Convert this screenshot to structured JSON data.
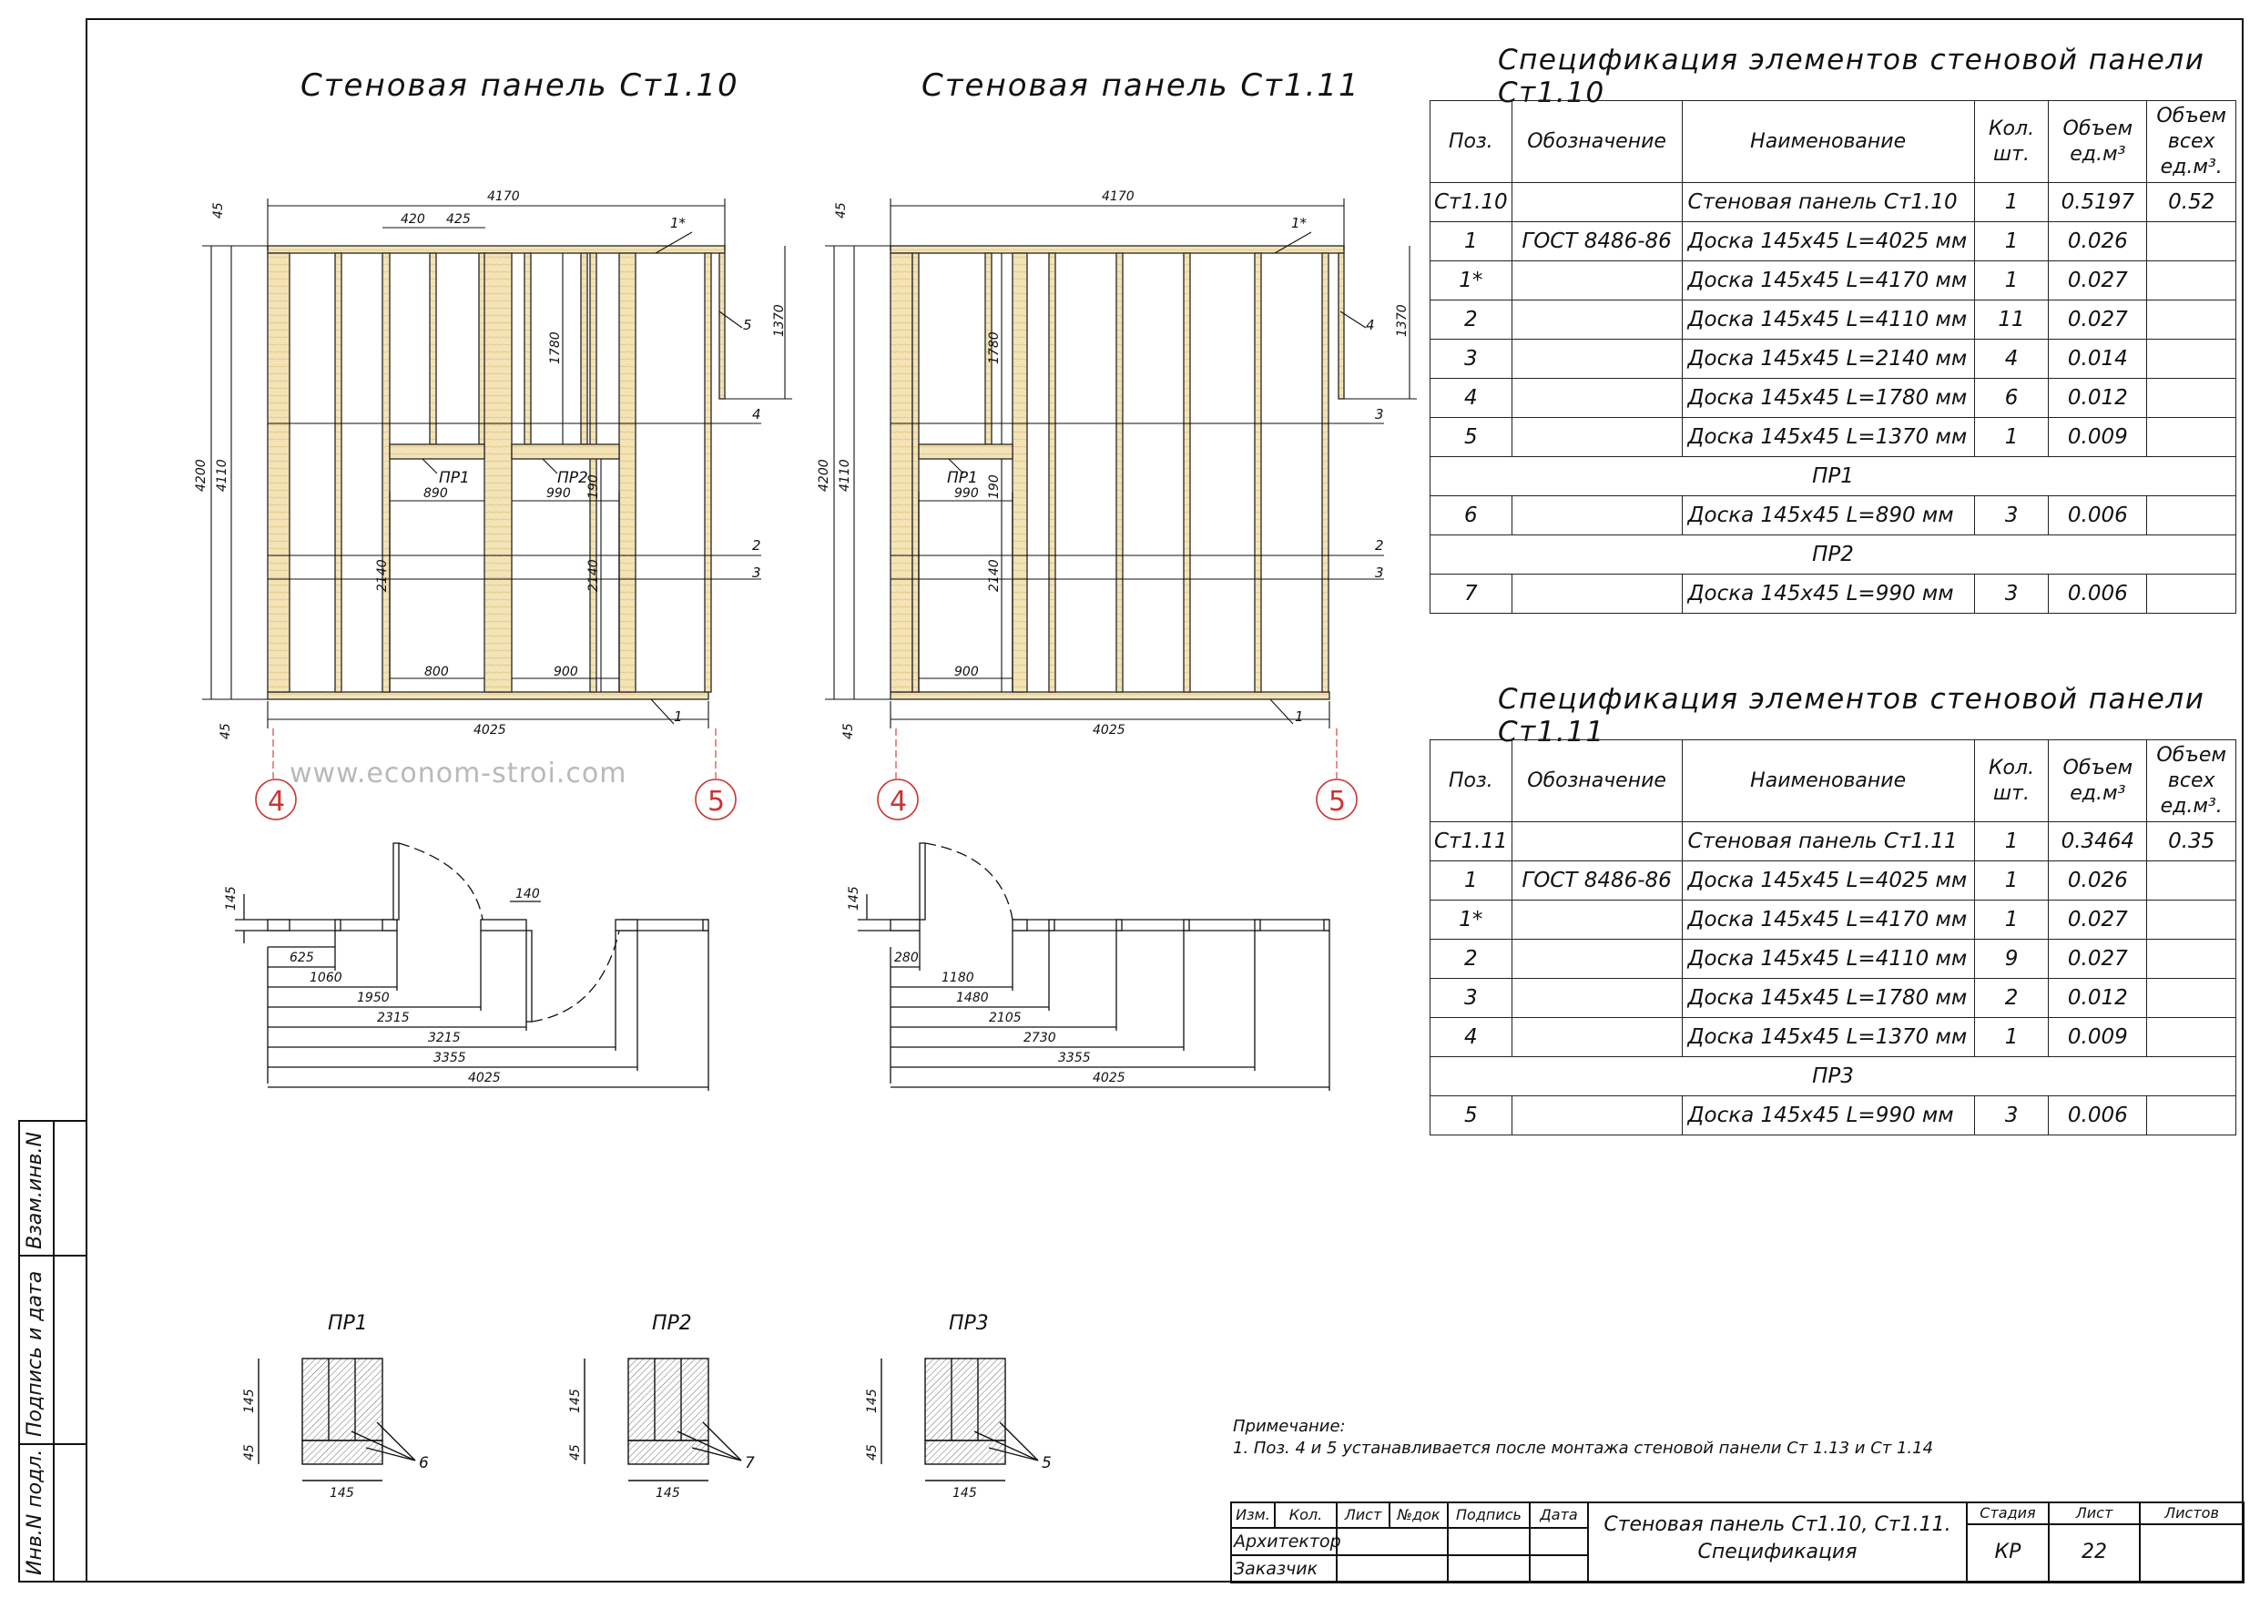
{
  "drawing": {
    "panel1_title": "Стеновая панель Ст1.10",
    "panel2_title": "Стеновая панель Ст1.11",
    "watermark": "www.econom-stroi.com",
    "axis_left": "4",
    "axis_right": "5",
    "p1": {
      "overall_width": "4170",
      "bottom_width": "4025",
      "top_dim_a": "420",
      "top_dim_b": "425",
      "height_total": "4200",
      "height_inner": "4110",
      "top_board": "45",
      "bottom_board": "45",
      "side_right": "1370",
      "dim_1780": "1780",
      "dim_890": "890",
      "dim_990": "990",
      "dim_190": "190",
      "dim_2140a": "2140",
      "dim_2140b": "2140",
      "dim_800": "800",
      "dim_900": "900",
      "label_pr1": "ПР1",
      "label_pr2": "ПР2",
      "pos_1star": "1*",
      "pos_1": "1",
      "pos_2": "2",
      "pos_3": "3",
      "pos_4": "4",
      "pos_5": "5"
    },
    "p2": {
      "overall_width": "4170",
      "bottom_width": "4025",
      "height_total": "4200",
      "height_inner": "4110",
      "top_board": "45",
      "bottom_board": "45",
      "side_right": "1370",
      "dim_1780": "1780",
      "dim_990": "990",
      "dim_190": "190",
      "dim_2140": "2140",
      "dim_900": "900",
      "label_pr1": "ПР1",
      "pos_1star": "1*",
      "pos_1": "1",
      "pos_2": "2",
      "pos_3": "3",
      "pos_4": "4"
    },
    "plan1": {
      "thick": "145",
      "dim_140": "140",
      "dims": [
        "625",
        "1060",
        "1950",
        "2315",
        "3215",
        "3355",
        "4025"
      ]
    },
    "plan2": {
      "thick": "145",
      "dim_280": "280",
      "dims": [
        "1180",
        "1480",
        "2105",
        "2730",
        "3355",
        "4025"
      ]
    },
    "sections": [
      {
        "title": "ПР1",
        "h": "145",
        "b": "45",
        "w": "145",
        "pos": "6"
      },
      {
        "title": "ПР2",
        "h": "145",
        "b": "45",
        "w": "145",
        "pos": "7"
      },
      {
        "title": "ПР3",
        "h": "145",
        "b": "45",
        "w": "145",
        "pos": "5"
      }
    ]
  },
  "spec1": {
    "title": "Спецификация элементов стеновой панели Ст1.10",
    "headers": [
      "Поз.",
      "Обозначение",
      "Наименование",
      "Кол. шт.",
      "Объем ед.м³",
      "Объем всех ед.м³."
    ],
    "rows": [
      [
        "Ст1.10",
        "",
        "Стеновая панель Ст1.10",
        "1",
        "0.5197",
        "0.52"
      ],
      [
        "1",
        "ГОСТ 8486-86",
        "Доска 145х45 L=4025 мм",
        "1",
        "0.026",
        ""
      ],
      [
        "1*",
        "",
        "Доска 145х45 L=4170 мм",
        "1",
        "0.027",
        ""
      ],
      [
        "2",
        "",
        "Доска 145х45 L=4110 мм",
        "11",
        "0.027",
        ""
      ],
      [
        "3",
        "",
        "Доска 145х45 L=2140 мм",
        "4",
        "0.014",
        ""
      ],
      [
        "4",
        "",
        "Доска 145х45 L=1780 мм",
        "6",
        "0.012",
        ""
      ],
      [
        "5",
        "",
        "Доска 145х45 L=1370 мм",
        "1",
        "0.009",
        ""
      ],
      [
        "ПР1"
      ],
      [
        "6",
        "",
        "Доска 145х45 L=890 мм",
        "3",
        "0.006",
        ""
      ],
      [
        "ПР2"
      ],
      [
        "7",
        "",
        "Доска 145х45 L=990 мм",
        "3",
        "0.006",
        ""
      ]
    ]
  },
  "spec2": {
    "title": "Спецификация элементов стеновой панели Ст1.11",
    "headers": [
      "Поз.",
      "Обозначение",
      "Наименование",
      "Кол. шт.",
      "Объем ед.м³",
      "Объем всех ед.м³."
    ],
    "rows": [
      [
        "Ст1.11",
        "",
        "Стеновая панель Ст1.11",
        "1",
        "0.3464",
        "0.35"
      ],
      [
        "1",
        "ГОСТ 8486-86",
        "Доска 145х45 L=4025 мм",
        "1",
        "0.026",
        ""
      ],
      [
        "1*",
        "",
        "Доска 145х45 L=4170 мм",
        "1",
        "0.027",
        ""
      ],
      [
        "2",
        "",
        "Доска 145х45 L=4110 мм",
        "9",
        "0.027",
        ""
      ],
      [
        "3",
        "",
        "Доска 145х45 L=1780 мм",
        "2",
        "0.012",
        ""
      ],
      [
        "4",
        "",
        "Доска 145х45 L=1370 мм",
        "1",
        "0.009",
        ""
      ],
      [
        "ПР3"
      ],
      [
        "5",
        "",
        "Доска 145х45 L=990 мм",
        "3",
        "0.006",
        ""
      ]
    ]
  },
  "note": {
    "heading": "Примечание:",
    "line1": "1. Поз. 4 и 5 устанавливается после монтажа стеновой панели Ст 1.13 и Ст 1.14"
  },
  "stamp": {
    "cols": [
      "Изм.",
      "Кол.",
      "Лист",
      "№док",
      "Подпись",
      "Дата"
    ],
    "architect": "Архитектор",
    "customer": "Заказчик",
    "title_line1": "Стеновая панель Ст1.10, Ст1.11.",
    "title_line2": "Спецификация",
    "stage_label": "Стадия",
    "sheet_label": "Лист",
    "sheets_label": "Листов",
    "stage": "КР",
    "sheet": "22",
    "sheets": ""
  },
  "side": {
    "vzam": "Взам.инв.N",
    "podpis": "Подпись и дата",
    "inv": "Инв.N подл."
  }
}
